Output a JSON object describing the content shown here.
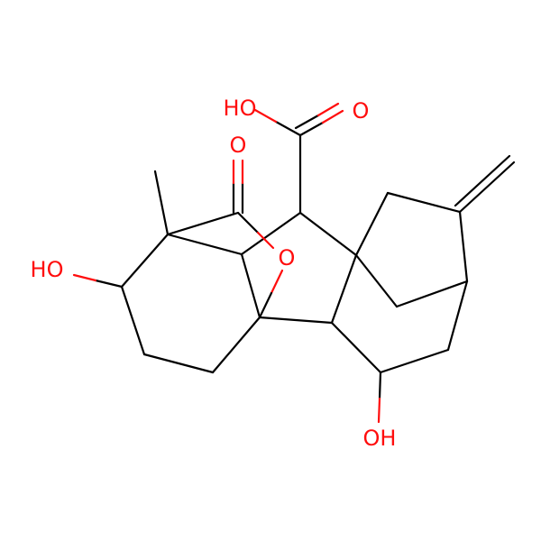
{
  "molecule": {
    "atom_labels": {
      "hydroxyl_acid": "HO",
      "carbonyl_acid": "O",
      "lactone_carbonyl": "O",
      "lactone_ring_oxygen": "O",
      "hydroxyl_left": "HO",
      "hydroxyl_bottom": "OH"
    }
  },
  "colors": {
    "bond": "#000000",
    "heteroatom_oxygen": "#ff0d0d",
    "background": "#ffffff"
  }
}
